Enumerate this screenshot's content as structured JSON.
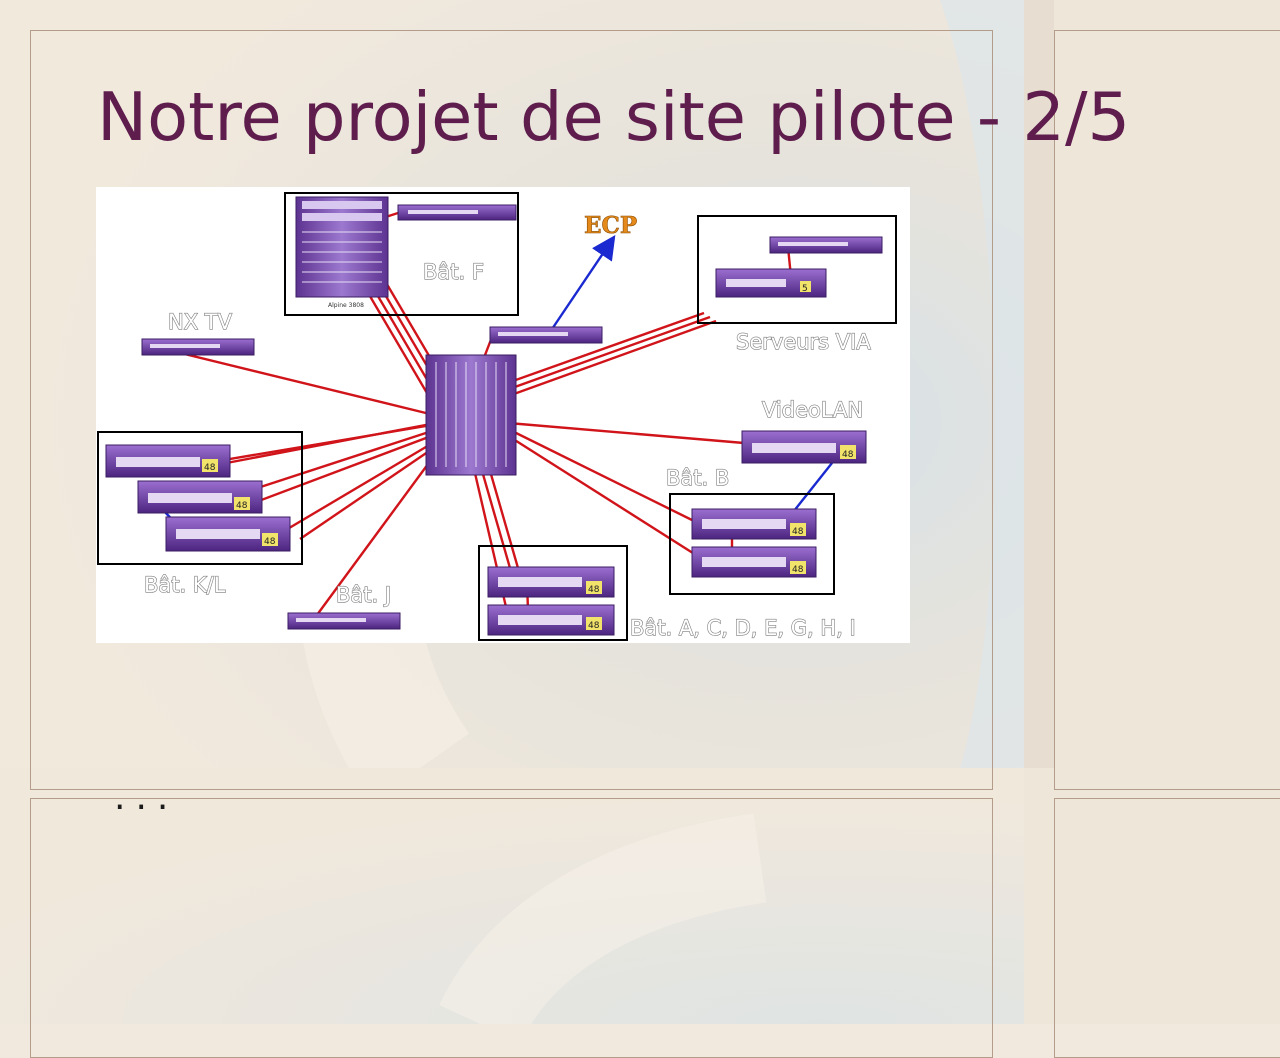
{
  "slide": {
    "title": "Notre projet de site pilote - 2/5",
    "continuation": "..."
  },
  "diagram": {
    "labels": {
      "ecp": "ECP",
      "bat_f": "Bât. F",
      "nx_tv": "NX TV",
      "serveurs_via": "Serveurs VIA",
      "videolan": "VideoLAN",
      "bat_b": "Bât. B",
      "bat_kl": "Bât. K/L",
      "bat_j": "Bât. J",
      "bat_acdeghi": "Bât. A, C, D, E, G, H, I",
      "alpine_model": "Alpine 3808",
      "port_count": "48",
      "port_count_via": "5"
    },
    "colors": {
      "link": "#d0141a",
      "uplink": "#1a2ad0",
      "device": "#6c3a9c"
    }
  }
}
